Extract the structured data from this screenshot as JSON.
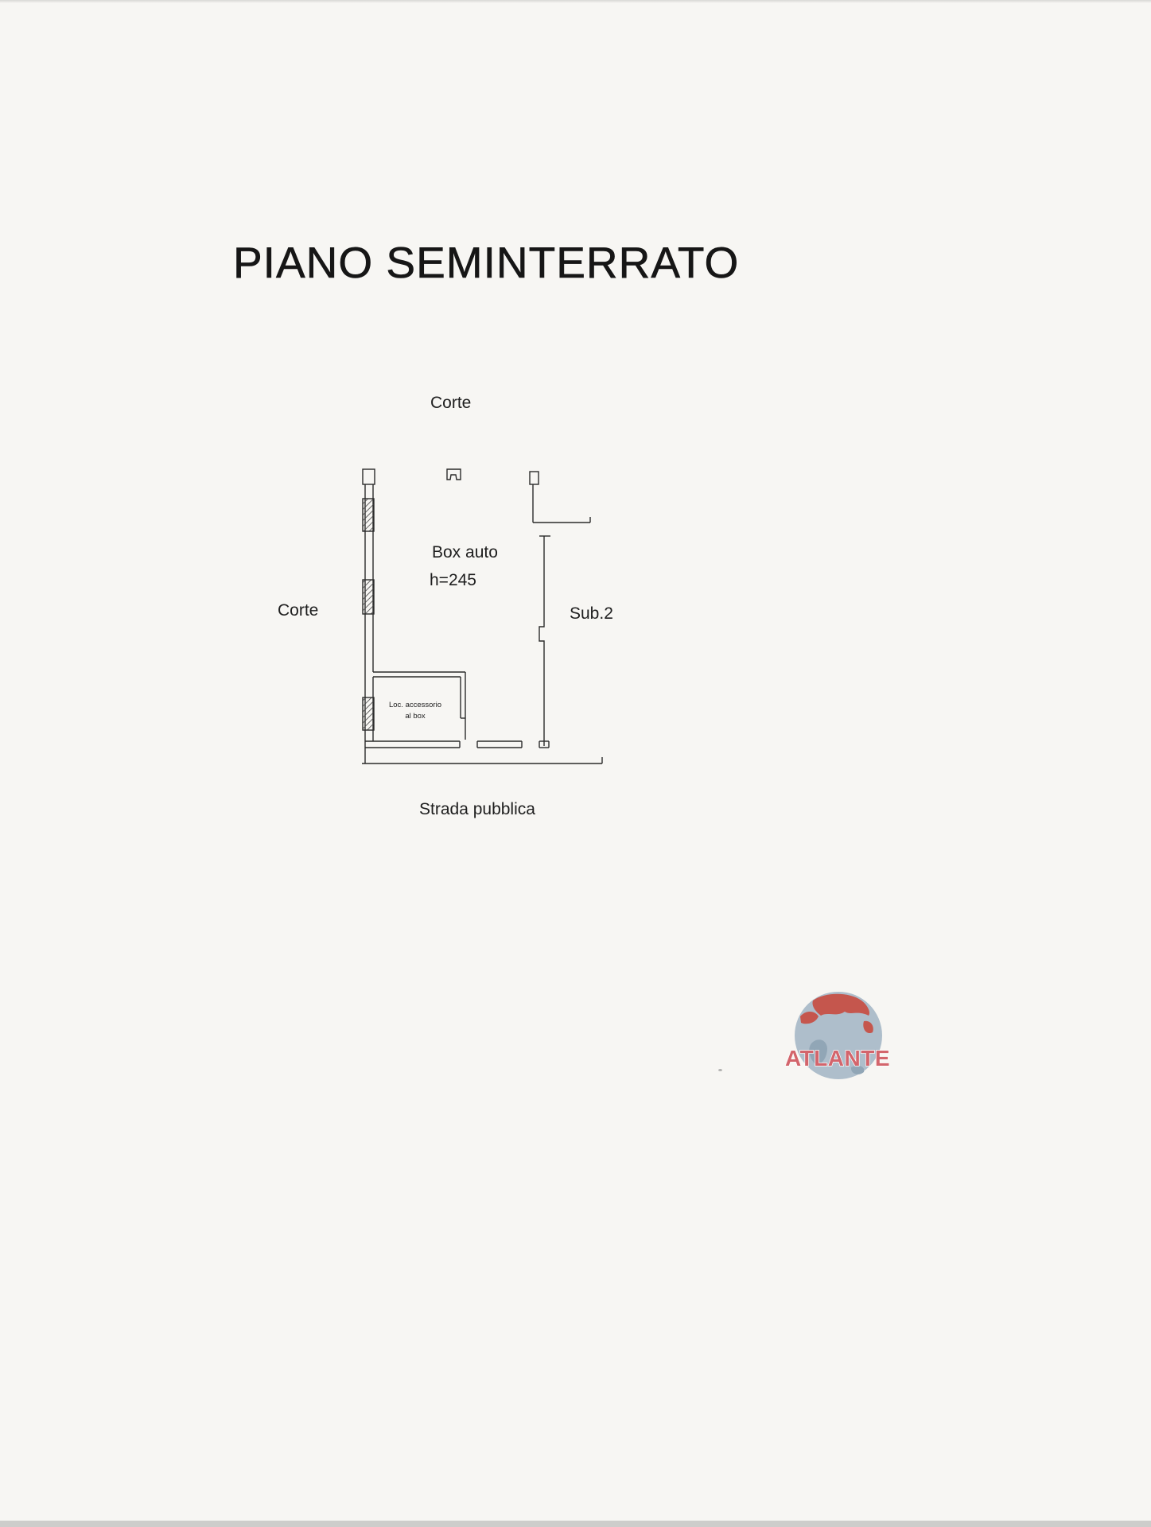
{
  "page": {
    "title": "PIANO SEMINTERRATO"
  },
  "plan": {
    "label_corte_top": "Corte",
    "label_corte_left": "Corte",
    "label_sub2": "Sub.2",
    "box_auto_line1": "Box auto",
    "box_auto_line2": "h=245",
    "loc_accessorio_line1": "Loc. accessorio",
    "loc_accessorio_line2": "al box",
    "label_strada": "Strada pubblica"
  },
  "logo": {
    "text": "ATLANTE",
    "colors": {
      "text": "#d15b62",
      "water": "#a9bac8",
      "land_red": "#c24a41",
      "land_gray": "#8aa0b2"
    }
  }
}
